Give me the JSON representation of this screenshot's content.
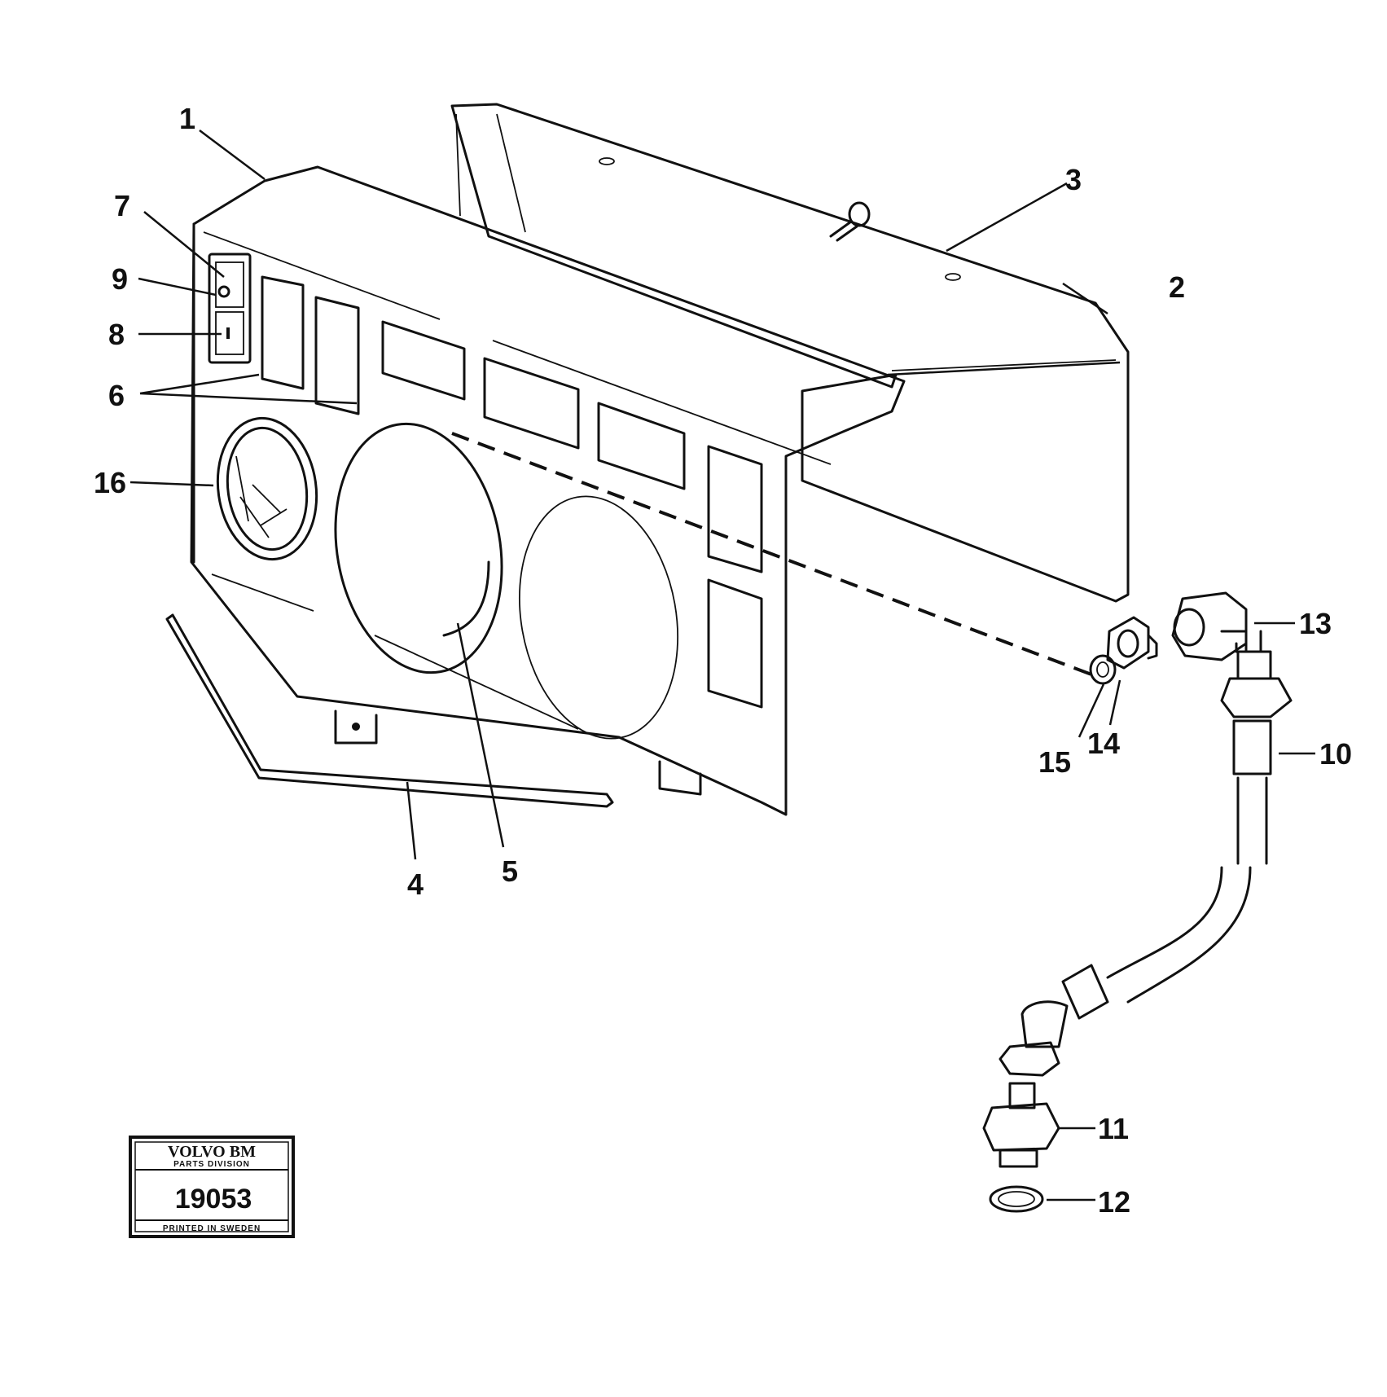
{
  "callouts": {
    "c1": "1",
    "c2": "2",
    "c3": "3",
    "c4": "4",
    "c5": "5",
    "c6": "6",
    "c7": "7",
    "c8": "8",
    "c9": "9",
    "c10": "10",
    "c11": "11",
    "c12": "12",
    "c13": "13",
    "c14": "14",
    "c15": "15",
    "c16": "16"
  },
  "stamp": {
    "brand": "VOLVO BM",
    "division": "PARTS DIVISION",
    "number": "19053",
    "printed": "PRINTED IN SWEDEN"
  }
}
